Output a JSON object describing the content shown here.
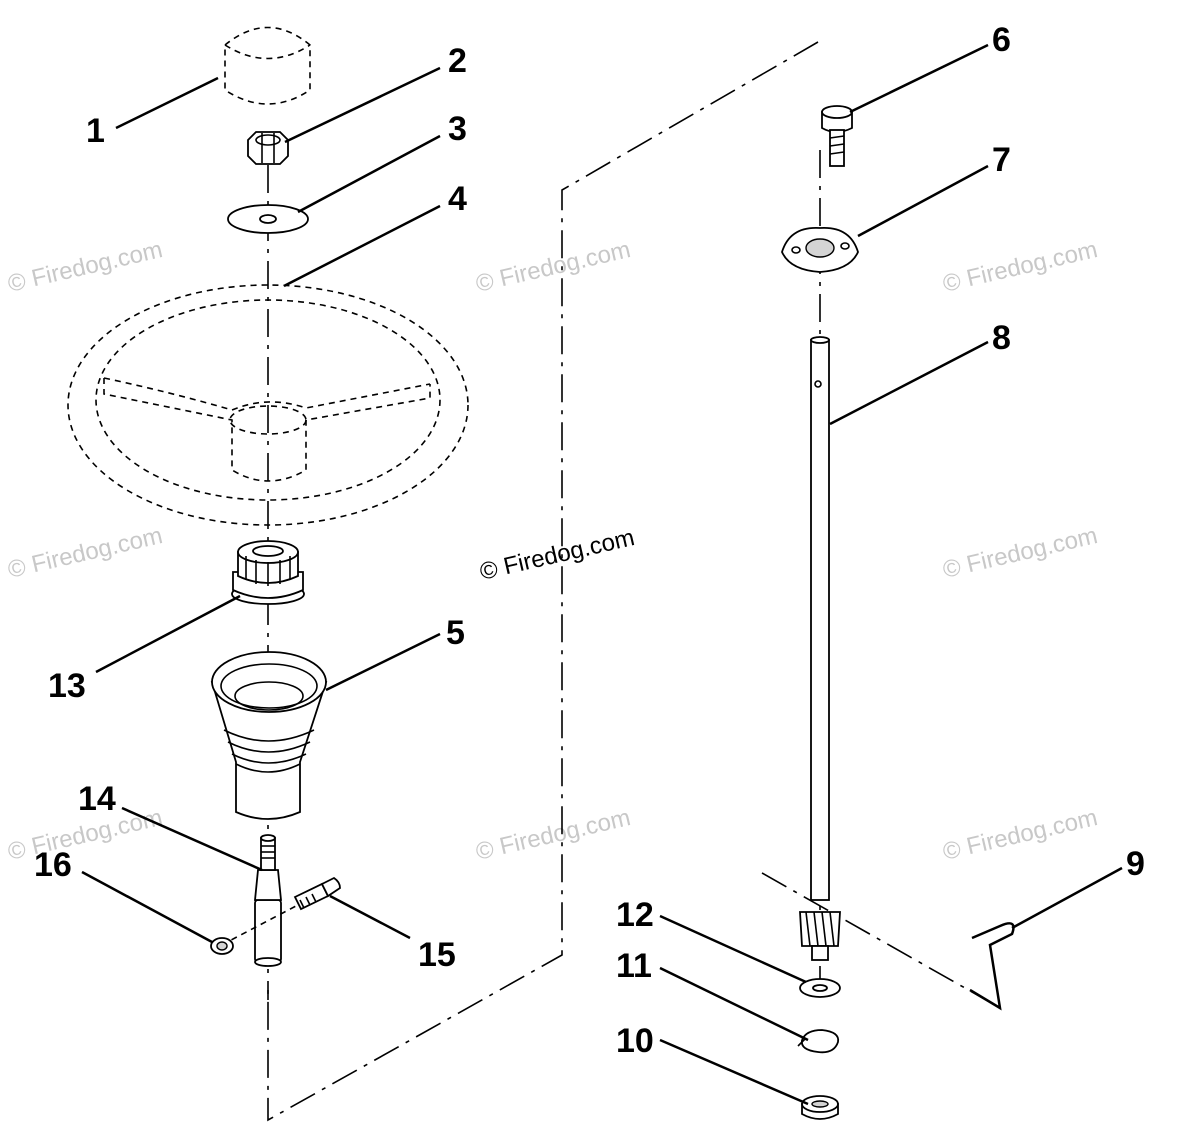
{
  "diagram": {
    "callouts": [
      "1",
      "2",
      "3",
      "4",
      "5",
      "6",
      "7",
      "8",
      "9",
      "10",
      "11",
      "12",
      "13",
      "14",
      "15",
      "16"
    ],
    "watermark": "© Firedog.com"
  }
}
